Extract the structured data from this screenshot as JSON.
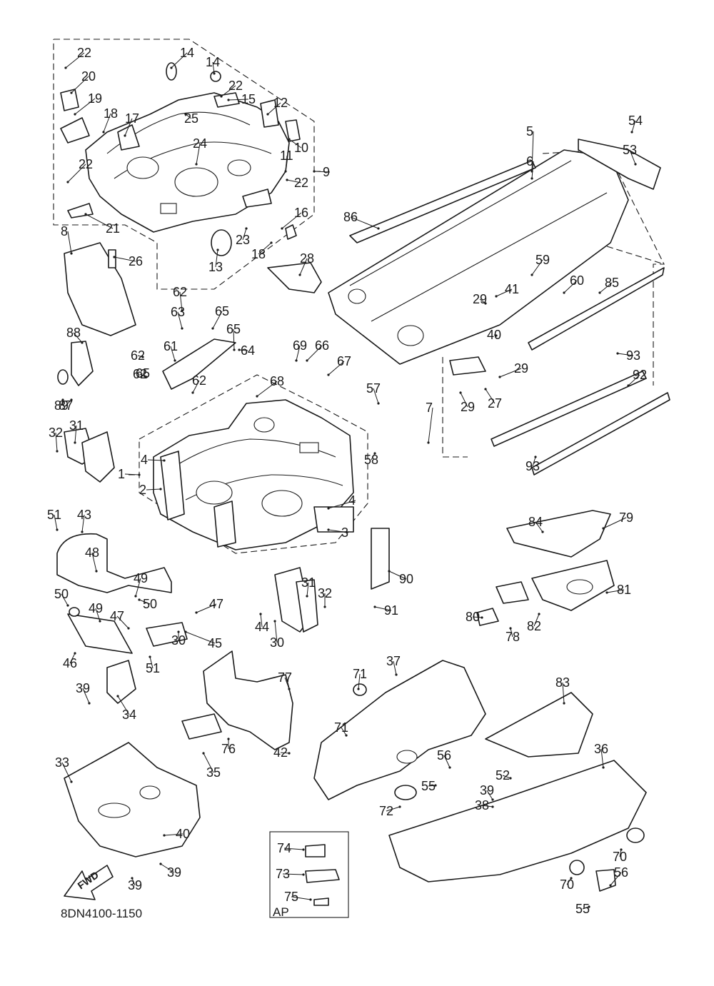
{
  "diagram": {
    "code": "8DN4100-1150",
    "direction_label": "FWD",
    "variant_label": "AP",
    "callouts": [
      "1",
      "2",
      "3",
      "4",
      "4",
      "5",
      "6",
      "7",
      "8",
      "9",
      "10",
      "11",
      "12",
      "13",
      "14",
      "14",
      "15",
      "16",
      "17",
      "18",
      "18",
      "19",
      "20",
      "21",
      "22",
      "22",
      "22",
      "22",
      "23",
      "24",
      "25",
      "26",
      "27",
      "28",
      "29",
      "29",
      "29",
      "30",
      "30",
      "31",
      "31",
      "32",
      "32",
      "33",
      "34",
      "35",
      "36",
      "37",
      "38",
      "39",
      "39",
      "39",
      "39",
      "40",
      "40",
      "41",
      "42",
      "43",
      "44",
      "45",
      "46",
      "47",
      "47",
      "48",
      "49",
      "49",
      "50",
      "50",
      "51",
      "51",
      "52",
      "53",
      "54",
      "55",
      "55",
      "56",
      "56",
      "57",
      "58",
      "59",
      "60",
      "61",
      "62",
      "62",
      "62",
      "62",
      "63",
      "64",
      "65",
      "65",
      "65",
      "66",
      "67",
      "68",
      "69",
      "70",
      "70",
      "71",
      "71",
      "72",
      "73",
      "74",
      "75",
      "76",
      "77",
      "78",
      "79",
      "80",
      "81",
      "82",
      "83",
      "84",
      "85",
      "86",
      "87",
      "88",
      "89",
      "90",
      "91",
      "92",
      "93",
      "93"
    ]
  }
}
